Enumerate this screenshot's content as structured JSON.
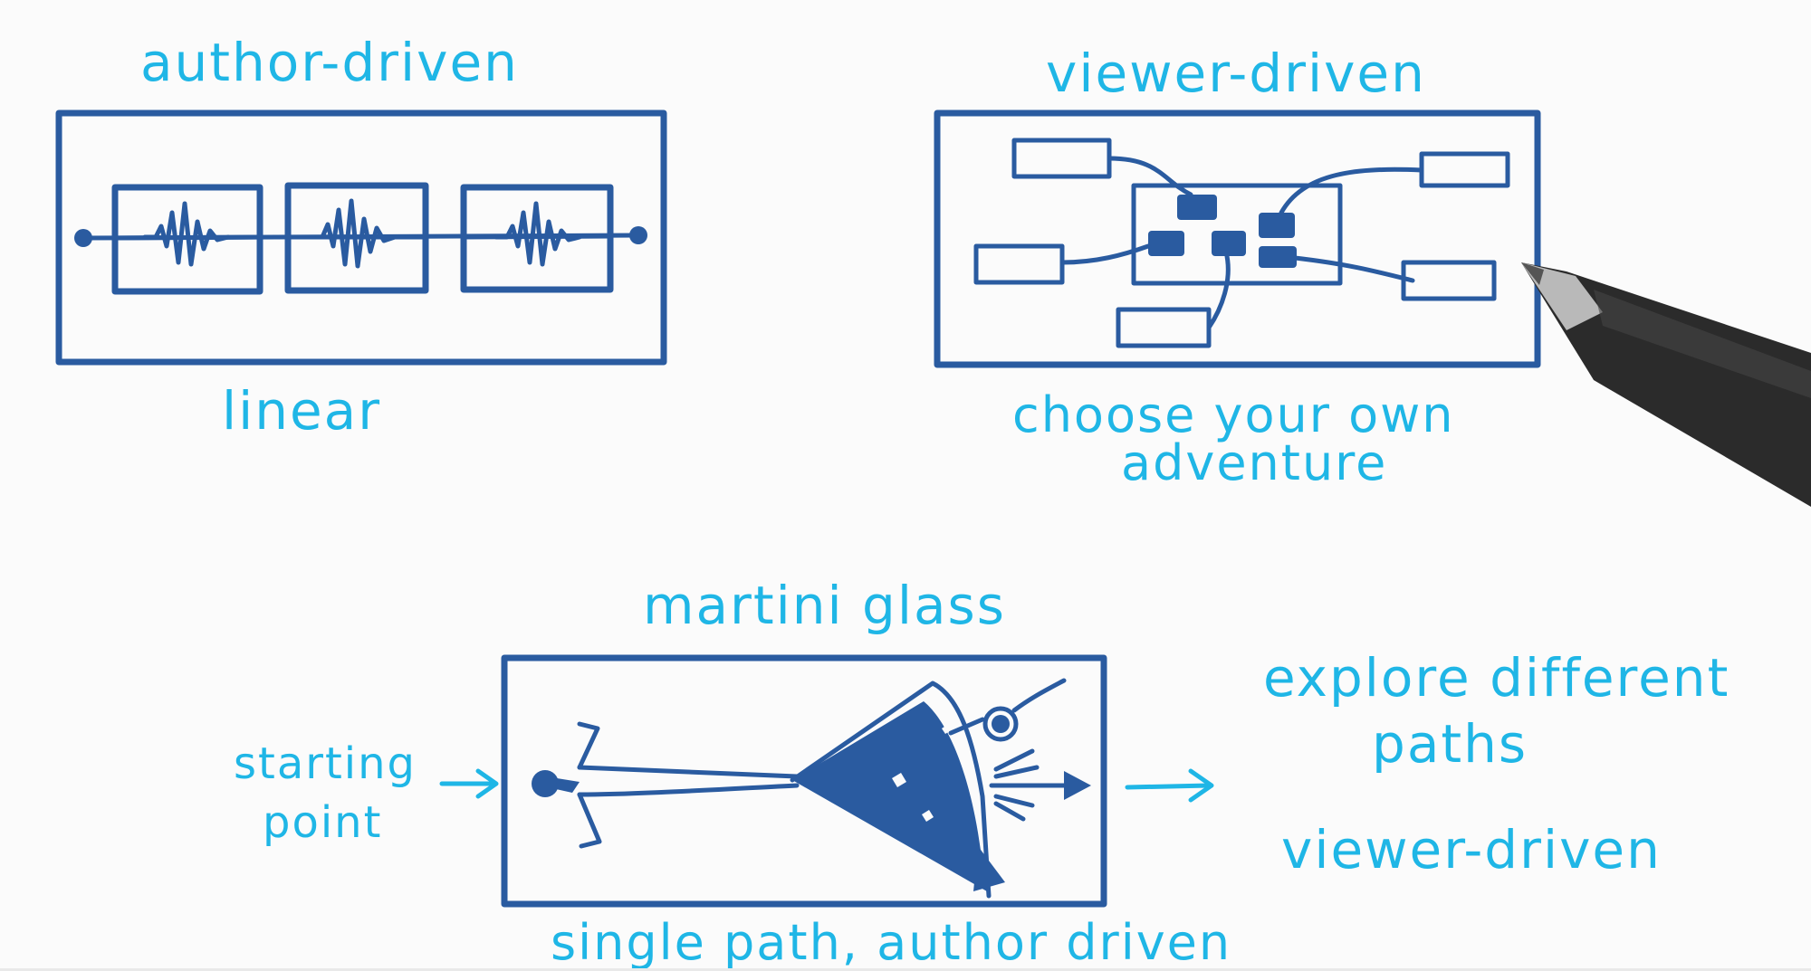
{
  "panels": {
    "author_driven": {
      "title": "author-driven",
      "caption": "linear"
    },
    "viewer_driven": {
      "title": "viewer-driven",
      "caption_line1": "choose your own",
      "caption_line2": "adventure"
    },
    "martini_glass": {
      "title": "martini glass",
      "caption": "single path, author driven",
      "left_note_line1": "starting",
      "left_note_line2": "point",
      "right_note_line1": "explore different",
      "right_note_line2": "paths",
      "right_note_line3": "viewer-driven"
    }
  },
  "colors": {
    "text": "#1fb6e6",
    "ink": "#2a5ba0",
    "background": "#fbfbfb"
  },
  "icons": [
    "pen-icon"
  ]
}
